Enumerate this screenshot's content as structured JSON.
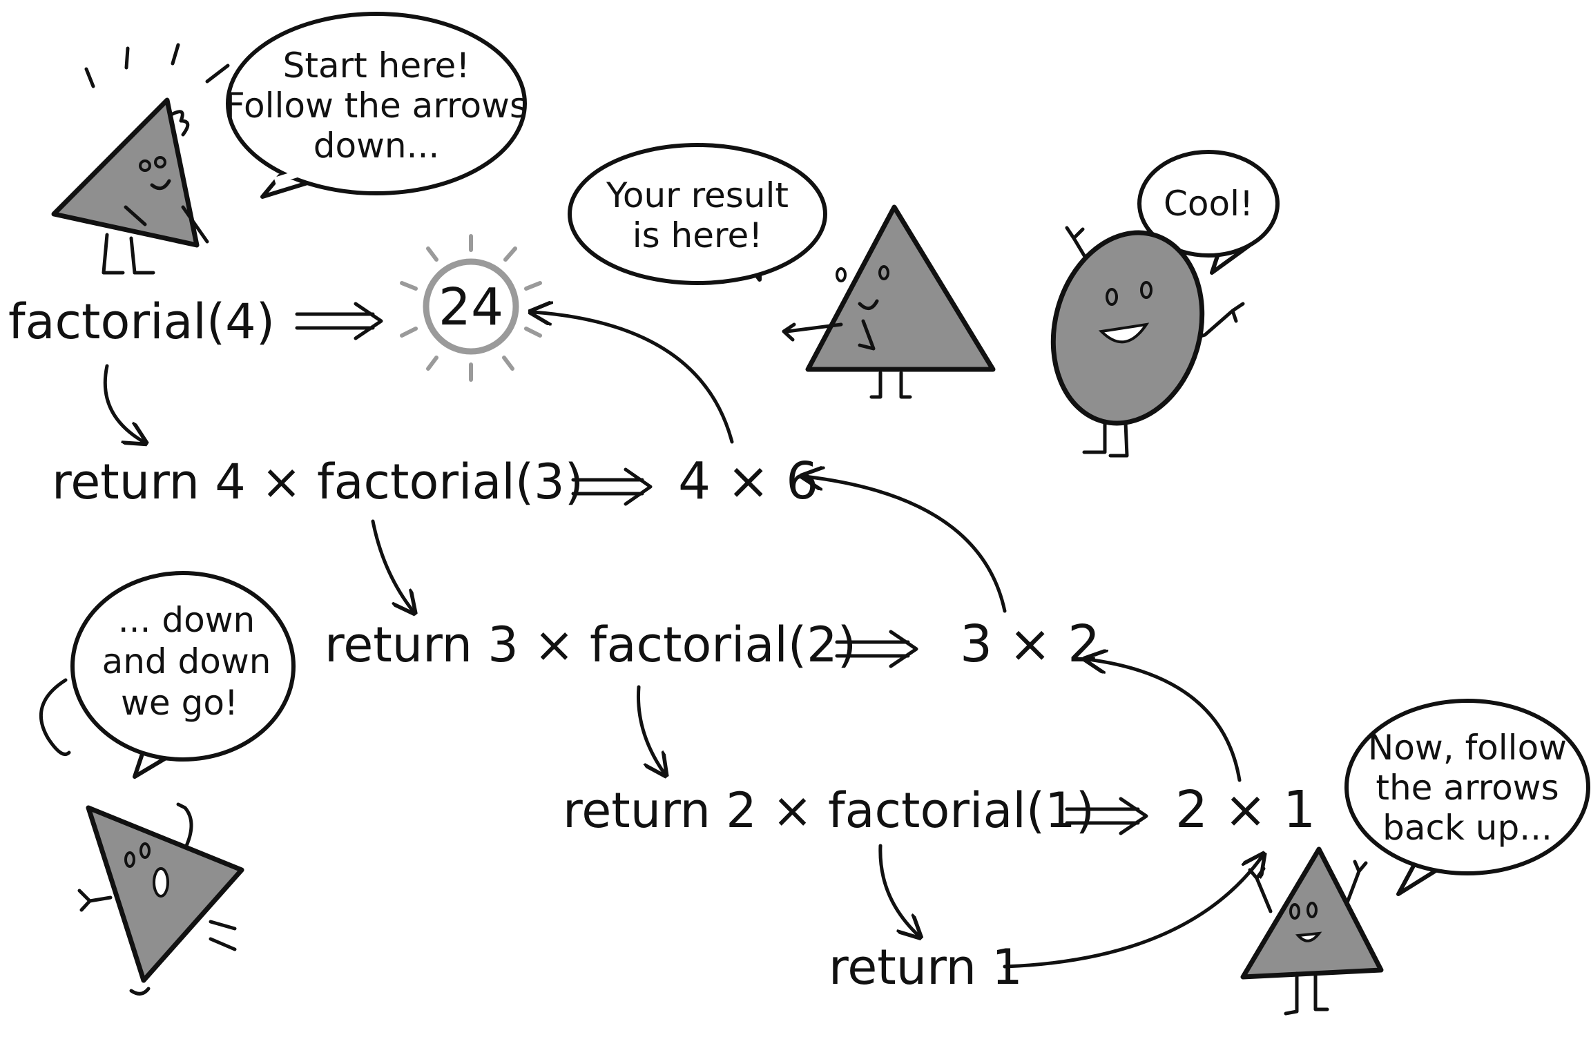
{
  "calls": {
    "c0": "factorial(4)",
    "c1": "return 4 × factorial(3)",
    "c2": "return 3 × factorial(2)",
    "c3": "return 2 × factorial(1)",
    "c4": "return 1"
  },
  "results": {
    "r0": "24",
    "r1": "4 × 6",
    "r2": "3 × 2",
    "r3": "2 × 1"
  },
  "bubbles": {
    "start": [
      "Start here!",
      "Follow the arrows",
      "down..."
    ],
    "result": [
      "Your result",
      "is here!"
    ],
    "cool": [
      "Cool!"
    ],
    "downdown": [
      "... down",
      "and down",
      "we go!"
    ],
    "backup": [
      "Now, follow",
      "the arrows",
      "back up..."
    ]
  },
  "colors": {
    "ink": "#111111",
    "character_fill": "#8f8f8f",
    "glow": "#9a9a9a"
  }
}
